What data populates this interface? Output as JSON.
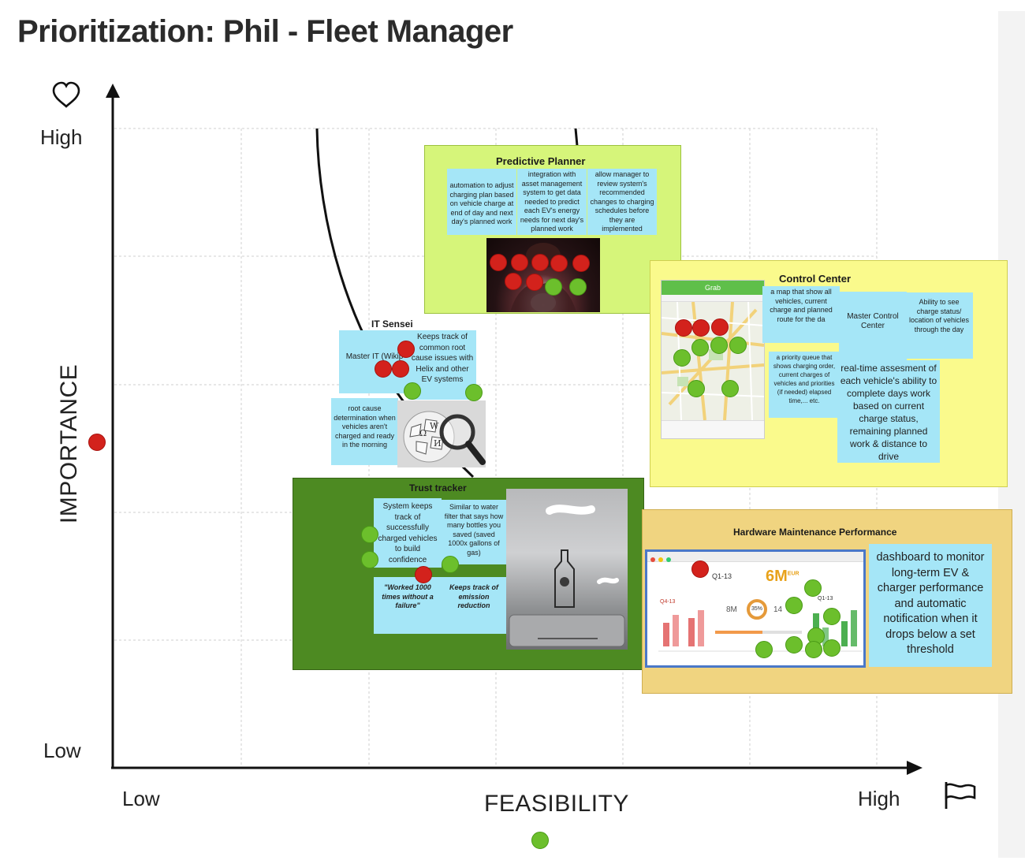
{
  "title": "Prioritization: Phil - Fleet Manager",
  "axes": {
    "y_label": "IMPORTANCE",
    "x_label": "FEASIBILITY",
    "y_high": "High",
    "y_low": "Low",
    "x_low": "Low",
    "x_high": "High",
    "y_icon": "heart-icon",
    "x_icon": "flag-icon"
  },
  "colors": {
    "red_dot": "#d3221c",
    "green_dot": "#6cbf2c",
    "predictive_bg": "#d6f57a",
    "control_bg": "#fafa8c",
    "trust_bg": "#4d8a22",
    "hardware_bg": "#f0d480",
    "note_bg": "#a5e6f7"
  },
  "groups": {
    "predictive": {
      "title": "Predictive Planner",
      "notes": [
        "automation to adjust charging plan based on vehicle charge at end of day and next day's planned work",
        "integration with asset management system to get data needed to predict each EV's energy needs for next day's planned work",
        "allow manager to review system's recommended changes to charging schedules before they are implemented"
      ]
    },
    "it_sensei": {
      "title": "IT Sensei",
      "notes": [
        "Master IT (Wikip",
        "Keeps track of common root cause issues with Helix and other EV systems",
        "root cause determination when vehicles aren't charged and ready in the morning"
      ]
    },
    "control": {
      "title": "Control Center",
      "app_label": "Grab",
      "notes": [
        "a map that show all vehicles, current charge and planned route for the da",
        "Master Control Center",
        "Ability to see charge status/ location of vehicles through the day",
        "a priority queue that shows charging order, current charges of vehicles and priorities (if needed) elapsed time,... etc.",
        "real-time assesment of each vehicle's ability to complete days work based on current charge status, remaining planned work & distance to drive"
      ]
    },
    "trust": {
      "title": "Trust tracker",
      "notes": [
        "System keeps track of successfully charged vehicles to build confidence",
        "Similar to water filter that says how many bottles you saved (saved 1000x gallons of gas)",
        "\"Worked 1000 times without a failure\"",
        "Keeps track of emission reduction"
      ]
    },
    "hardware": {
      "title": "Hardware Maintenance Performance",
      "dashboard": {
        "kpi_period": "Q1-13",
        "kpi_value": "6M",
        "kpi_unit": "EUR",
        "mid_value": "8M",
        "gauge": "35%",
        "small_val": "14",
        "side_period": "Q1-13",
        "left_val": "Q4-13"
      },
      "notes": [
        "dashboard to monitor long-term EV & charger performance and automatic notification when it drops below a set threshold"
      ]
    }
  }
}
